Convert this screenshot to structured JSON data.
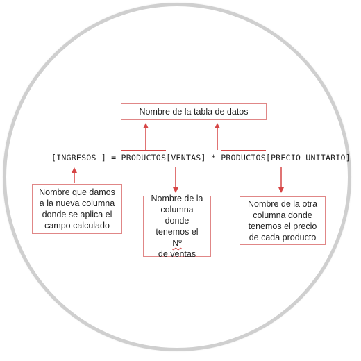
{
  "formula": {
    "open": "[",
    "ingresos": "INGRESOS ",
    "close1": "]",
    "eq": " = ",
    "productos1": "PRODUCTOS",
    "open2": "[",
    "ventas": "VENTAS",
    "close2": "]",
    "mult": " * ",
    "productos2": "PRODUCTOS",
    "open3": "[",
    "precio": "PRECIO UNITARIO",
    "close3": "]"
  },
  "labels": {
    "table_name": "Nombre de la tabla de datos",
    "new_column": [
      "Nombre que damos",
      "a la nueva columna",
      "donde se aplica el",
      "campo calculado"
    ],
    "ventas_column_a": [
      "Nombre de la",
      "columna",
      "donde"
    ],
    "ventas_column_b_pre": "tenemos el ",
    "ventas_column_b_sym": "Nº",
    "ventas_column_c": "de ventas",
    "precio_column": [
      "Nombre de la otra",
      "columna donde",
      "tenemos el precio",
      "de cada producto"
    ]
  },
  "colors": {
    "accent": "#d64545",
    "box_border": "#e08787",
    "ring": "#cfcfcf",
    "text": "#222222"
  }
}
